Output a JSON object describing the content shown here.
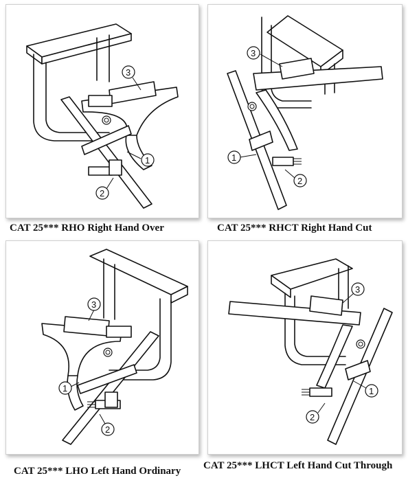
{
  "figures": [
    {
      "caption": "CAT 25*** RHO Right Hand Over",
      "callouts": [
        "1",
        "2",
        "3"
      ]
    },
    {
      "caption": "CAT 25*** RHCT Right Hand Cut",
      "callouts": [
        "1",
        "2",
        "3"
      ]
    },
    {
      "caption": "CAT 25*** LHO Left Hand Ordinary",
      "callouts": [
        "1",
        "2",
        "3"
      ]
    },
    {
      "caption": "CAT 25*** LHCT Left Hand Cut Through",
      "callouts": [
        "1",
        "2",
        "3"
      ]
    }
  ]
}
